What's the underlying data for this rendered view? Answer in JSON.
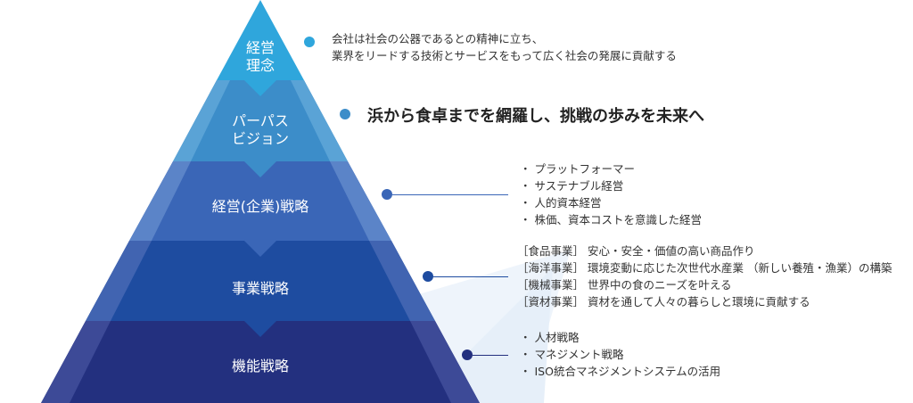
{
  "tiers": [
    {
      "label_lines": [
        "経営",
        "理念"
      ],
      "color": "#2fa6dc"
    },
    {
      "label_lines": [
        "パーパス",
        "ビジョン"
      ],
      "color": "#3c8dc9"
    },
    {
      "label_lines": [
        "経営(企業)戦略"
      ],
      "color": "#3a66b7"
    },
    {
      "label_lines": [
        "事業戦略"
      ],
      "color": "#1e4ca0"
    },
    {
      "label_lines": [
        "機能戦略"
      ],
      "color": "#23307f"
    }
  ],
  "descriptions": {
    "philosophy": {
      "dot_color": "#2fa6dc",
      "lines": [
        "会社は社会の公器であるとの精神に立ち、",
        "業界をリードする技術とサービスをもって広く社会の発展に貢献する"
      ]
    },
    "vision": {
      "dot_color": "#3c8dc9",
      "text": "浜から食卓までを網羅し、挑戦の歩みを未来へ"
    },
    "corporate_strategy": {
      "dot_color": "#3a66b7",
      "items": [
        "プラットフォーマー",
        "サステナブル経営",
        "人的資本経営",
        "株価、資本コストを意識した経営"
      ]
    },
    "business_strategy": {
      "dot_color": "#1e4ca0",
      "items": [
        "［食品事業］ 安心・安全・価値の高い商品作り",
        "［海洋事業］ 環境変動に応じた次世代水産業 （新しい養殖・漁業）の構築",
        "［機械事業］ 世界中の食のニーズを叶える",
        "［資材事業］ 資材を通して人々の暮らしと環境に貢献する"
      ]
    },
    "functional_strategy": {
      "dot_color": "#23307f",
      "items": [
        "人材戦略",
        "マネジメント戦略",
        "ISO統合マネジメントシステムの活用"
      ]
    }
  }
}
